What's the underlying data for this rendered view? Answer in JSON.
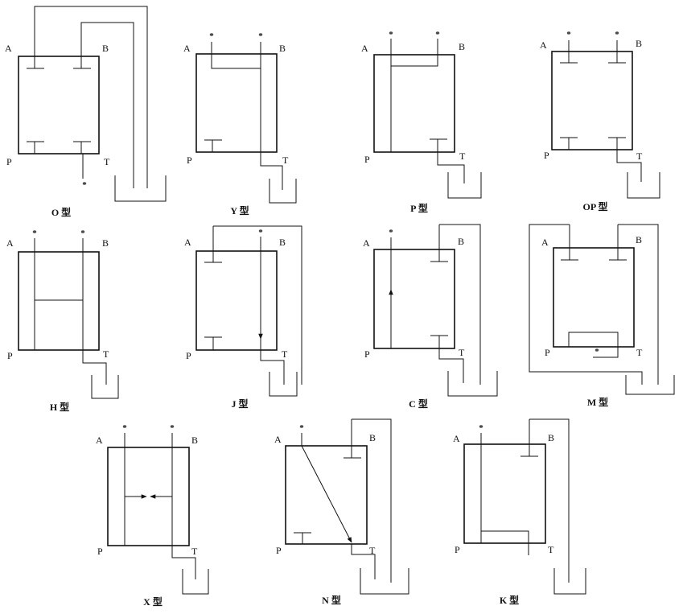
{
  "port_labels": {
    "a": "A",
    "b": "B",
    "p": "P",
    "t": "T"
  },
  "marker": "*",
  "captions": {
    "o": "O 型",
    "y": "Y 型",
    "p": "P 型",
    "op": "OP 型",
    "h": "H 型",
    "j": "J 型",
    "c": "C 型",
    "m": "M 型",
    "x": "X 型",
    "n": "N 型",
    "k": "K 型"
  }
}
